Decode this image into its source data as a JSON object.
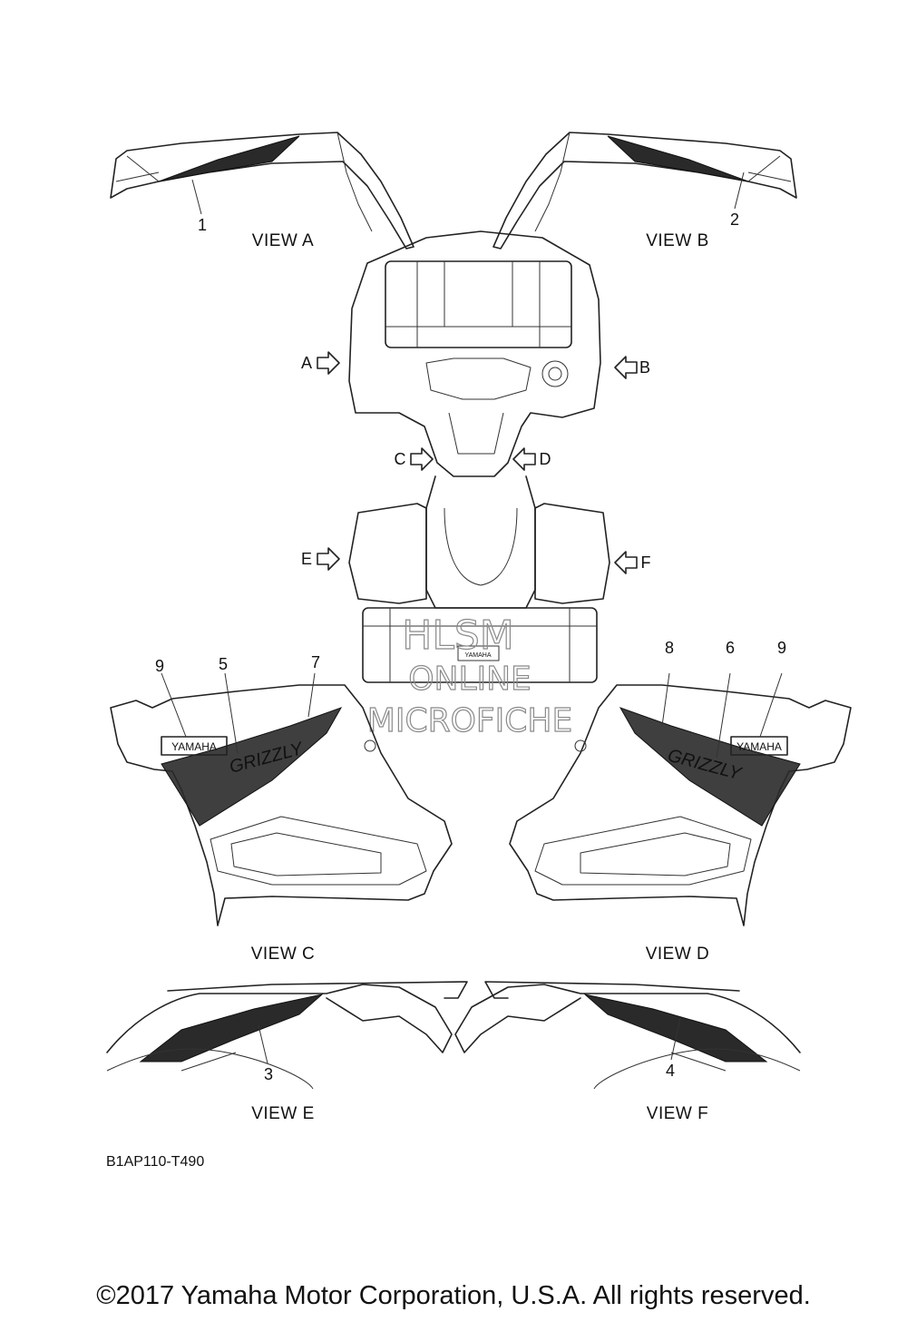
{
  "views": {
    "a": "VIEW A",
    "b": "VIEW B",
    "c": "VIEW C",
    "d": "VIEW D",
    "e": "VIEW E",
    "f": "VIEW F"
  },
  "callouts": {
    "n1": "1",
    "n2": "2",
    "n3": "3",
    "n4": "4",
    "n5": "5",
    "n6": "6",
    "n7": "7",
    "n8": "8",
    "n9_left": "9",
    "n9_right": "9"
  },
  "direction_arrows": {
    "a": "A",
    "b": "B",
    "c": "C",
    "d": "D",
    "e": "E",
    "f": "F"
  },
  "decal_text": {
    "brand": "YAMAHA",
    "model": "GRIZZLY"
  },
  "watermark": {
    "line1": "HLSM",
    "line2": "ONLINE",
    "line3": "MICROFICHE"
  },
  "diagram_code": "B1AP110-T490",
  "copyright": "©2017 Yamaha Motor Corporation, U.S.A. All rights reserved."
}
